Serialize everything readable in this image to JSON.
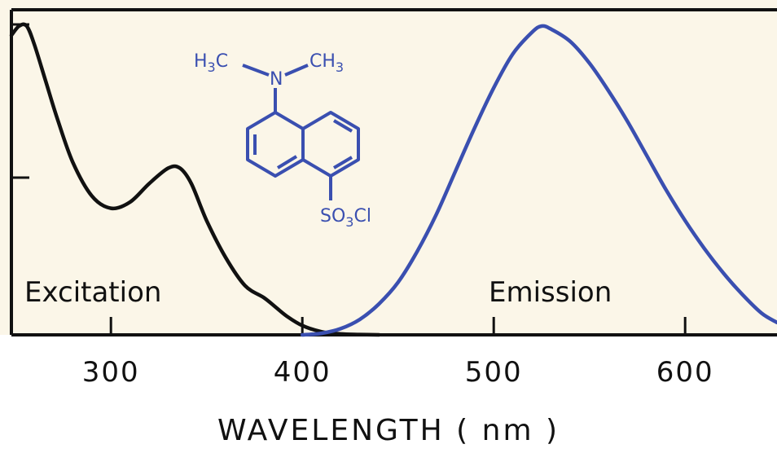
{
  "chart_data": {
    "type": "line",
    "xlabel": "WAVELENGTH ( nm )",
    "ylabel": "",
    "xlim": [
      248,
      648
    ],
    "ylim": [
      0,
      1.0
    ],
    "x_ticks": [
      300,
      400,
      500,
      600
    ],
    "x_tick_labels": [
      "300",
      "400",
      "500",
      "600"
    ],
    "grid": false,
    "background": "#fbf6e8",
    "series": [
      {
        "name": "Excitation",
        "color": "#111111",
        "x": [
          248,
          252,
          256,
          260,
          266,
          272,
          280,
          290,
          300,
          310,
          320,
          330,
          336,
          342,
          350,
          360,
          370,
          380,
          386,
          392,
          400,
          410,
          420,
          430,
          440
        ],
        "y": [
          0.97,
          1.0,
          1.0,
          0.94,
          0.82,
          0.7,
          0.56,
          0.45,
          0.41,
          0.43,
          0.49,
          0.54,
          0.54,
          0.49,
          0.37,
          0.25,
          0.16,
          0.12,
          0.09,
          0.06,
          0.03,
          0.01,
          0.003,
          0.001,
          0.0
        ]
      },
      {
        "name": "Emission",
        "color": "#3a4fb0",
        "x": [
          400,
          410,
          420,
          430,
          440,
          450,
          460,
          470,
          480,
          490,
          500,
          510,
          520,
          525,
          530,
          540,
          550,
          560,
          570,
          580,
          590,
          600,
          610,
          620,
          630,
          640,
          648
        ],
        "y": [
          0.0,
          0.005,
          0.02,
          0.05,
          0.1,
          0.17,
          0.27,
          0.39,
          0.53,
          0.67,
          0.8,
          0.91,
          0.98,
          1.0,
          0.99,
          0.95,
          0.88,
          0.79,
          0.69,
          0.58,
          0.47,
          0.37,
          0.28,
          0.2,
          0.13,
          0.07,
          0.04
        ]
      }
    ],
    "annotations": [
      "Excitation",
      "Emission"
    ],
    "structure_labels": {
      "methyl_left": "H3C",
      "nitrogen": "N",
      "methyl_right": "CH3",
      "sulfonyl": "SO3Cl"
    }
  }
}
